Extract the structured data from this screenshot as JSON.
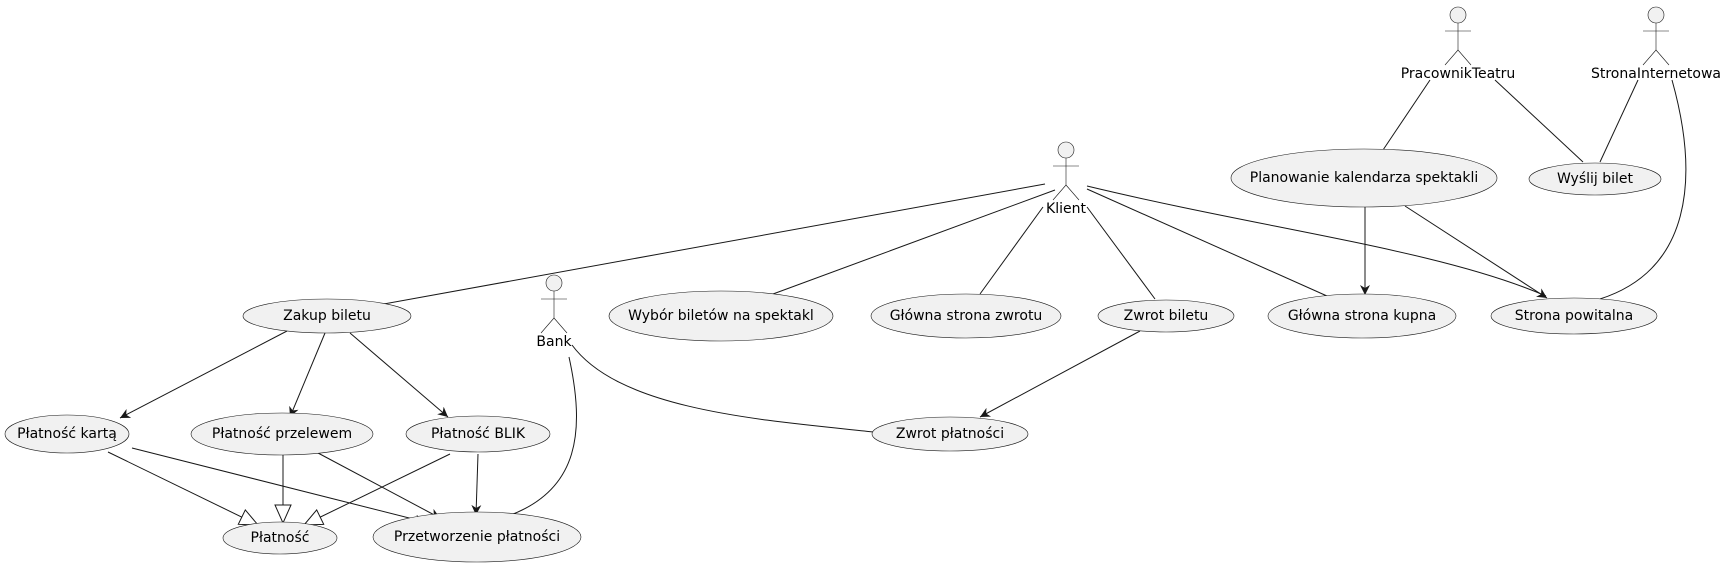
{
  "diagram": {
    "actors": [
      {
        "id": "pracownik",
        "label": "PracownikTeatru"
      },
      {
        "id": "strona",
        "label": "StronaInternetowa"
      },
      {
        "id": "klient",
        "label": "Klient"
      },
      {
        "id": "bank",
        "label": "Bank"
      }
    ],
    "use_cases": [
      {
        "id": "planowanie",
        "label": "Planowanie kalendarza spektakli"
      },
      {
        "id": "wyslij",
        "label": "Wyślij bilet"
      },
      {
        "id": "zakup",
        "label": "Zakup biletu"
      },
      {
        "id": "wybor",
        "label": "Wybór biletów na spektakl"
      },
      {
        "id": "glowna_zwrotu",
        "label": "Główna strona zwrotu"
      },
      {
        "id": "zwrot_biletu",
        "label": "Zwrot biletu"
      },
      {
        "id": "glowna_kupna",
        "label": "Główna strona kupna"
      },
      {
        "id": "powitalna",
        "label": "Strona powitalna"
      },
      {
        "id": "karta",
        "label": "Płatność kartą"
      },
      {
        "id": "przelew",
        "label": "Płatność przelewem"
      },
      {
        "id": "blik",
        "label": "Płatność BLIK"
      },
      {
        "id": "zwrot_platnosci",
        "label": "Zwrot płatności"
      },
      {
        "id": "platnosc",
        "label": "Płatność"
      },
      {
        "id": "przetworzenie",
        "label": "Przetworzenie płatności"
      }
    ],
    "relations": [
      {
        "from": "pracownik",
        "to": "planowanie",
        "type": "association"
      },
      {
        "from": "pracownik",
        "to": "wyslij",
        "type": "association"
      },
      {
        "from": "strona",
        "to": "wyslij",
        "type": "association"
      },
      {
        "from": "strona",
        "to": "powitalna",
        "type": "association"
      },
      {
        "from": "planowanie",
        "to": "glowna_kupna",
        "type": "arrow"
      },
      {
        "from": "planowanie",
        "to": "powitalna",
        "type": "arrow"
      },
      {
        "from": "klient",
        "to": "zakup",
        "type": "association"
      },
      {
        "from": "klient",
        "to": "wybor",
        "type": "association"
      },
      {
        "from": "klient",
        "to": "glowna_zwrotu",
        "type": "association"
      },
      {
        "from": "klient",
        "to": "zwrot_biletu",
        "type": "association"
      },
      {
        "from": "klient",
        "to": "glowna_kupna",
        "type": "association"
      },
      {
        "from": "klient",
        "to": "powitalna",
        "type": "association"
      },
      {
        "from": "zakup",
        "to": "karta",
        "type": "arrow"
      },
      {
        "from": "zakup",
        "to": "przelew",
        "type": "arrow"
      },
      {
        "from": "zakup",
        "to": "blik",
        "type": "arrow"
      },
      {
        "from": "zwrot_biletu",
        "to": "zwrot_platnosci",
        "type": "arrow"
      },
      {
        "from": "bank",
        "to": "zwrot_platnosci",
        "type": "association"
      },
      {
        "from": "bank",
        "to": "przetworzenie",
        "type": "association"
      },
      {
        "from": "karta",
        "to": "platnosc",
        "type": "generalization"
      },
      {
        "from": "przelew",
        "to": "platnosc",
        "type": "generalization"
      },
      {
        "from": "blik",
        "to": "platnosc",
        "type": "generalization"
      },
      {
        "from": "karta",
        "to": "przetworzenie",
        "type": "arrow"
      },
      {
        "from": "przelew",
        "to": "przetworzenie",
        "type": "arrow"
      },
      {
        "from": "blik",
        "to": "przetworzenie",
        "type": "arrow"
      }
    ],
    "colors": {
      "node_fill": "#f1f1f1",
      "stroke": "#181818"
    }
  }
}
